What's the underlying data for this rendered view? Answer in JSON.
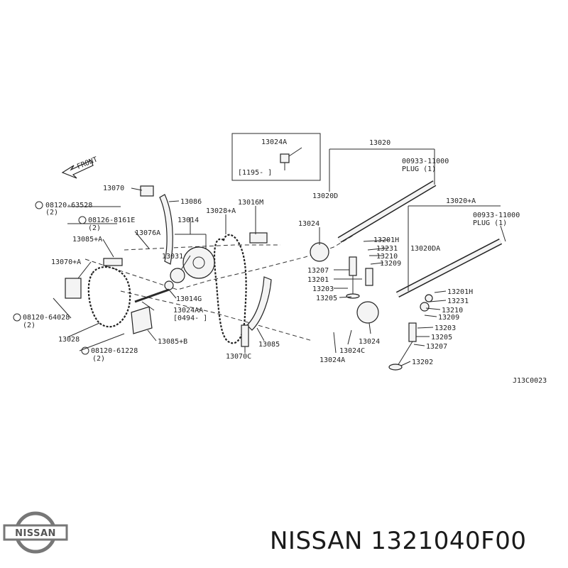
{
  "caption": "NISSAN 1321040F00",
  "logo": {
    "text": "NISSAN",
    "icon": "nissan-logo"
  },
  "diagram": {
    "code": "J13C0023",
    "front_label": "FRONT",
    "inset": {
      "label": "13024A",
      "range": "[1195-  ]"
    },
    "labels": [
      {
        "id": "13070",
        "text": "13070"
      },
      {
        "id": "13086",
        "text": "13086"
      },
      {
        "id": "13016M",
        "text": "13016M"
      },
      {
        "id": "13028A",
        "text": "13028+A"
      },
      {
        "id": "13014",
        "text": "13014"
      },
      {
        "id": "b-08120-63528",
        "text": "08120-63528"
      },
      {
        "id": "b-08120-63528-qty",
        "text": "(2)"
      },
      {
        "id": "b-08126-8161E",
        "text": "08126-8161E"
      },
      {
        "id": "b-08126-8161E-qty",
        "text": "(2)"
      },
      {
        "id": "13076A",
        "text": "13076A"
      },
      {
        "id": "13085A",
        "text": "13085+A"
      },
      {
        "id": "13070A",
        "text": "13070+A"
      },
      {
        "id": "13031",
        "text": "13031"
      },
      {
        "id": "13014G",
        "text": "13014G"
      },
      {
        "id": "13024AA",
        "text": "13024AA"
      },
      {
        "id": "13024AA-range",
        "text": "[0494-  ]"
      },
      {
        "id": "b-08120-64028",
        "text": "08120-64028"
      },
      {
        "id": "b-08120-64028-qty",
        "text": "(2)"
      },
      {
        "id": "13028",
        "text": "13028"
      },
      {
        "id": "13085B",
        "text": "13085+B"
      },
      {
        "id": "b-08120-61228",
        "text": "08120-61228"
      },
      {
        "id": "b-08120-61228-qty",
        "text": "(2)"
      },
      {
        "id": "13070C",
        "text": "13070C"
      },
      {
        "id": "13085",
        "text": "13085"
      },
      {
        "id": "13020",
        "text": "13020"
      },
      {
        "id": "13020D",
        "text": "13020D"
      },
      {
        "id": "plug1-num",
        "text": "00933-11000"
      },
      {
        "id": "plug1-text",
        "text": "PLUG (1)"
      },
      {
        "id": "13020A",
        "text": "13020+A"
      },
      {
        "id": "plug2-num",
        "text": "00933-11000"
      },
      {
        "id": "plug2-text",
        "text": "PLUG (1)"
      },
      {
        "id": "13024",
        "text": "13024"
      },
      {
        "id": "13201H-a",
        "text": "13201H"
      },
      {
        "id": "13231-a",
        "text": "13231"
      },
      {
        "id": "13020DA",
        "text": "13020DA"
      },
      {
        "id": "13210-a",
        "text": "13210"
      },
      {
        "id": "13209-a",
        "text": "13209"
      },
      {
        "id": "13207-a",
        "text": "13207"
      },
      {
        "id": "13201",
        "text": "13201"
      },
      {
        "id": "13203-a",
        "text": "13203"
      },
      {
        "id": "13205-a",
        "text": "13205"
      },
      {
        "id": "13201H-b",
        "text": "13201H"
      },
      {
        "id": "13231-b",
        "text": "13231"
      },
      {
        "id": "13210-b",
        "text": "13210"
      },
      {
        "id": "13209-b",
        "text": "13209"
      },
      {
        "id": "13203-b",
        "text": "13203"
      },
      {
        "id": "13205-b",
        "text": "13205"
      },
      {
        "id": "13207-b",
        "text": "13207"
      },
      {
        "id": "13202",
        "text": "13202"
      },
      {
        "id": "13024-b",
        "text": "13024"
      },
      {
        "id": "13024C",
        "text": "13024C"
      },
      {
        "id": "13024A-b",
        "text": "13024A"
      }
    ]
  }
}
